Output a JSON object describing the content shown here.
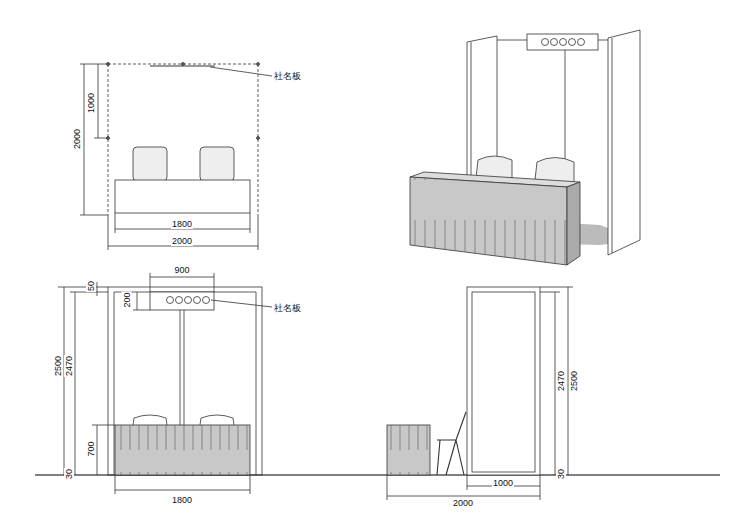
{
  "diagram": {
    "labels": [
      "社名板",
      "1000",
      "2000",
      "1800",
      "2000",
      "900",
      "50",
      "200",
      "社名板",
      "2500",
      "2470",
      "700",
      "30",
      "1800",
      "2470",
      "2500",
      "30",
      "1000",
      "2000"
    ]
  }
}
